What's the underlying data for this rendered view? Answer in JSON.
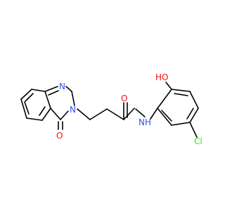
{
  "colors": {
    "background": "#ffffff",
    "bond": "#000000",
    "nitrogen": "#3050f8",
    "oxygen": "#ff0d0d",
    "chlorine": "#1ff01f"
  },
  "atoms": {
    "n_ring_top": "N",
    "n_ring_3": "N",
    "o_ketone": "O",
    "o_amide": "O",
    "nh_amide": "NH",
    "oh_hydroxy": "HO",
    "cl": "Cl"
  }
}
